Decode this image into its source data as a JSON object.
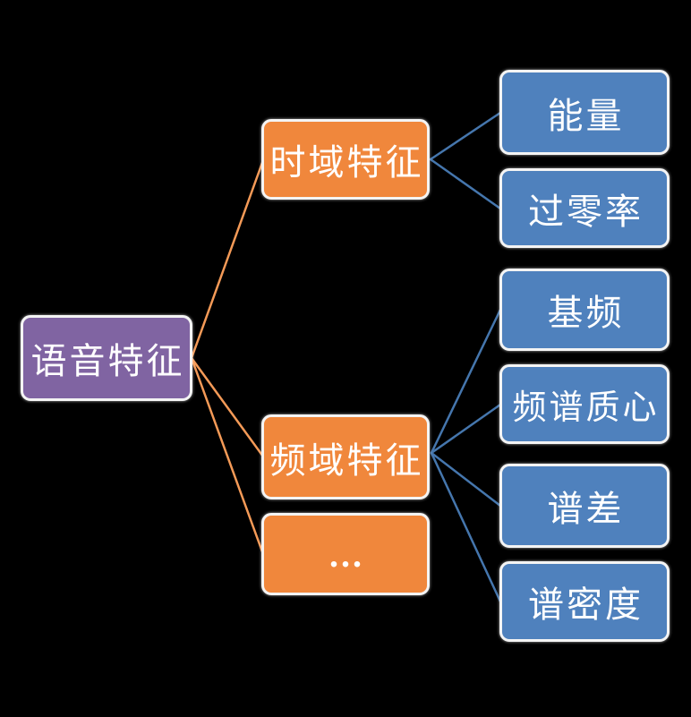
{
  "colors": {
    "background": "#000000",
    "root_fill": "#8064A2",
    "branch_fill": "#F0873C",
    "leaf_fill": "#4F81BD",
    "connector_orange": "#F49A57",
    "connector_blue": "#4576AD",
    "node_border": "#F4F4F4",
    "text": "#FFFFFF"
  },
  "tree": {
    "root": {
      "label": "语音特征"
    },
    "branches": [
      {
        "label": "时域特征",
        "children": [
          {
            "label": "能量"
          },
          {
            "label": "过零率"
          }
        ]
      },
      {
        "label": "频域特征",
        "children": [
          {
            "label": "基频"
          },
          {
            "label": "频谱质心"
          },
          {
            "label": "谱差"
          },
          {
            "label": "谱密度"
          }
        ]
      },
      {
        "label": "..."
      }
    ]
  }
}
